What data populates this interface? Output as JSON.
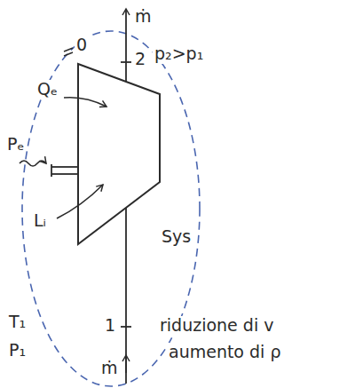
{
  "diagram": {
    "labels": [
      "ṁ",
      "2",
      "p₂>p₁",
      "0",
      "Qₑ",
      "Pₑ",
      "Lᵢ",
      "Sys",
      "T₁",
      "P₁",
      "1",
      "riduzione di v",
      "aumento di ρ",
      "ṁ"
    ]
  }
}
